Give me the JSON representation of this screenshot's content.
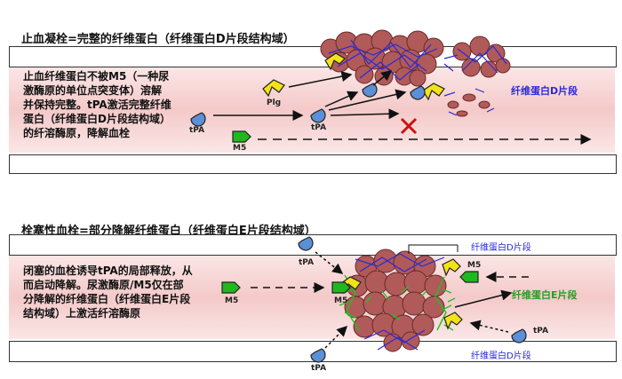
{
  "panel1": {
    "title": "止血凝栓=完整的纤维蛋白（纤维蛋白D片段结构域）",
    "description": "止血纤维蛋白不被M5（一种尿\n激酶原的单位点突变体）溶解\n并保持完整。tPA激活完整纤维\n蛋白（纤维蛋白D片段结构域）\n的纤溶酶原，降解血栓",
    "label_plg": "Plg",
    "label_tpa": "tPA",
    "label_tpa_left": "tPA",
    "label_m5": "M5",
    "fragment_label": "纤维蛋白D片段"
  },
  "panel2": {
    "title": "栓塞性血栓=部分降解纤维蛋白（纤维蛋白E片段结构域）",
    "description": "闭塞的血栓诱导tPA的局部释放，从\n而启动降解。尿激酶原/M5仅在部\n分降解的纤维蛋白（纤维蛋白E片段\n结构域）上激活纤溶酶原",
    "label_tpa_top": "tPA",
    "label_tpa_bottom": "tPA",
    "label_tpa_right": "tPA",
    "label_m5_left": "M5",
    "label_m5_center": "M5",
    "label_m5_right": "M5",
    "fragment_d_top": "纤维蛋白D片段",
    "fragment_d_bottom": "纤维蛋白D片段",
    "fragment_e": "纤维蛋白E片段"
  },
  "colors": {
    "wall": "#333333",
    "lumen": "#f4c9c9",
    "clot": "#b15a5a",
    "fibrin_d": "#2a2ad8",
    "fibrin_e": "#22c022",
    "plg": "#f2e21a",
    "tpa": "#5b8fd6",
    "m5": "#1fb81f",
    "cross": "#cc1111"
  }
}
